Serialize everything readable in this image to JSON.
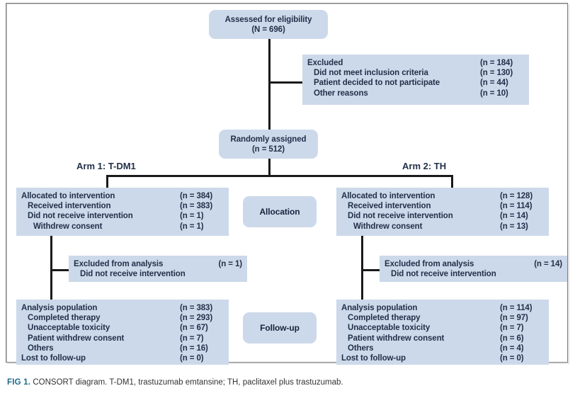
{
  "figure": {
    "caption_number": "FIG 1.",
    "caption_text": "CONSORT diagram. T-DM1, trastuzumab emtansine; TH, paclitaxel plus trastuzumab."
  },
  "colors": {
    "box_fill": "#ccd9ea",
    "text": "#22304a",
    "line": "#1a1a1a",
    "frame": "#808080",
    "caption_accent": "#1b6b8c"
  },
  "nodes": {
    "assessed": {
      "line1": "Assessed for eligibility",
      "line2": "(N = 696)"
    },
    "excluded": {
      "rows": [
        {
          "label": "Excluded",
          "value": "(n = 184)",
          "indent": 0
        },
        {
          "label": "Did not meet inclusion criteria",
          "value": "(n = 130)",
          "indent": 1
        },
        {
          "label": "Patient decided to not participate",
          "value": "(n = 44)",
          "indent": 1
        },
        {
          "label": "Other reasons",
          "value": "(n = 10)",
          "indent": 1
        }
      ]
    },
    "randomized": {
      "line1": "Randomly assigned",
      "line2": "(n = 512)"
    },
    "arm1_label": "Arm 1: T-DM1",
    "arm2_label": "Arm 2: TH",
    "allocation_label": "Allocation",
    "followup_label": "Follow-up",
    "arm1_allocated": {
      "rows": [
        {
          "label": "Allocated to intervention",
          "value": "(n = 384)",
          "indent": 0
        },
        {
          "label": "Received intervention",
          "value": "(n = 383)",
          "indent": 1
        },
        {
          "label": "Did not receive intervention",
          "value": "(n = 1)",
          "indent": 1
        },
        {
          "label": "Withdrew consent",
          "value": "(n = 1)",
          "indent": 2
        }
      ]
    },
    "arm2_allocated": {
      "rows": [
        {
          "label": "Allocated to intervention",
          "value": "(n = 128)",
          "indent": 0
        },
        {
          "label": "Received intervention",
          "value": "(n = 114)",
          "indent": 1
        },
        {
          "label": "Did not receive intervention",
          "value": "(n = 14)",
          "indent": 1
        },
        {
          "label": "Withdrew consent",
          "value": "(n = 13)",
          "indent": 2
        }
      ]
    },
    "arm1_excluded_analysis": {
      "rows": [
        {
          "label": "Excluded from analysis",
          "value": "(n = 1)",
          "indent": 0
        },
        {
          "label": "Did not receive intervention",
          "value": "",
          "indent": 1
        }
      ]
    },
    "arm2_excluded_analysis": {
      "rows": [
        {
          "label": "Excluded from analysis",
          "value": "(n = 14)",
          "indent": 0
        },
        {
          "label": "Did not receive intervention",
          "value": "",
          "indent": 1
        }
      ]
    },
    "arm1_followup": {
      "rows": [
        {
          "label": "Analysis population",
          "value": "(n = 383)",
          "indent": 0
        },
        {
          "label": "Completed therapy",
          "value": "(n = 293)",
          "indent": 1
        },
        {
          "label": "Unacceptable toxicity",
          "value": "(n = 67)",
          "indent": 1
        },
        {
          "label": "Patient withdrew consent",
          "value": "(n = 7)",
          "indent": 1
        },
        {
          "label": "Others",
          "value": "(n = 16)",
          "indent": 1
        },
        {
          "label": "Lost to follow-up",
          "value": "(n = 0)",
          "indent": 0
        }
      ]
    },
    "arm2_followup": {
      "rows": [
        {
          "label": "Analysis population",
          "value": "(n = 114)",
          "indent": 0
        },
        {
          "label": "Completed therapy",
          "value": "(n = 97)",
          "indent": 1
        },
        {
          "label": "Unacceptable toxicity",
          "value": "(n = 7)",
          "indent": 1
        },
        {
          "label": "Patient withdrew consent",
          "value": "(n = 6)",
          "indent": 1
        },
        {
          "label": "Others",
          "value": "(n = 4)",
          "indent": 1
        },
        {
          "label": "Lost to follow-up",
          "value": "(n = 0)",
          "indent": 0
        }
      ]
    }
  }
}
